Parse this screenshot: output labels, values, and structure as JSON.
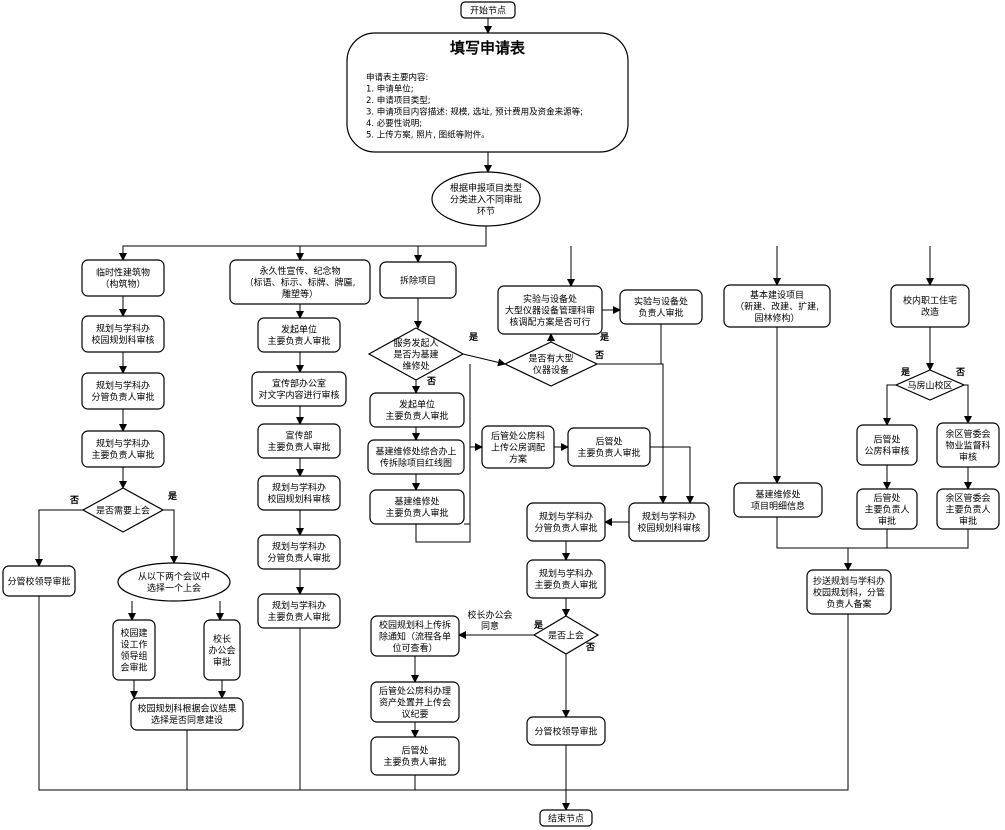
{
  "nodes": {
    "start": {
      "lines": [
        "开始节点"
      ]
    },
    "apply": {
      "title": "填写申请表",
      "lines": [
        "申请表主要内容:",
        "1. 申请单位;",
        "2. 申请项目类型;",
        "3. 申请项目内容描述: 规模, 选址, 预计费用及资金来源等;",
        "4. 必要性说明;",
        "5. 上传方案, 照片, 图纸等附件。"
      ]
    },
    "classify": {
      "lines": [
        "根据申报项目类型",
        "分类进入不同审批",
        "环节"
      ]
    },
    "temp": {
      "lines": [
        "临时性建筑物",
        "（构筑物）"
      ]
    },
    "a1": {
      "lines": [
        "规划与学科办",
        "校园规划科审核"
      ]
    },
    "a2": {
      "lines": [
        "规划与学科办",
        "分管负责人审批"
      ]
    },
    "a3": {
      "lines": [
        "规划与学科办",
        "主要负责人审批"
      ]
    },
    "d_meet": {
      "lines": [
        "是否需要上会"
      ]
    },
    "a_lead": {
      "lines": [
        "分管校领导审批"
      ]
    },
    "choose": {
      "lines": [
        "从以下两个会议中",
        "选择一个上会"
      ]
    },
    "campus_group": {
      "lines": [
        "校园建",
        "设工作",
        "领导组",
        "会审批"
      ]
    },
    "president_meet": {
      "lines": [
        "校长",
        "办公会",
        "审批"
      ]
    },
    "result": {
      "lines": [
        "校园规划科根据会议结果",
        "选择是否同意建设"
      ]
    },
    "perm": {
      "lines": [
        "永久性宣传、纪念物",
        "（标语、标示、标牌、牌匾,",
        "雕塑等）"
      ]
    },
    "b1": {
      "lines": [
        "发起单位",
        "主要负责人审批"
      ]
    },
    "b2": {
      "lines": [
        "宣传部办公室",
        "对文字内容进行审核"
      ]
    },
    "b3": {
      "lines": [
        "宣传部",
        "主要负责人审批"
      ]
    },
    "b4": {
      "lines": [
        "规划与学科办",
        "校园规划科审核"
      ]
    },
    "b5": {
      "lines": [
        "规划与学科办",
        "分管负责人审批"
      ]
    },
    "b6": {
      "lines": [
        "规划与学科办",
        "主要负责人审批"
      ]
    },
    "demo": {
      "lines": [
        "拆除项目"
      ]
    },
    "d_infra": {
      "lines": [
        "服务发起人",
        "是否为基建",
        "维修处"
      ]
    },
    "c1": {
      "lines": [
        "发起单位",
        "主要负责人审批"
      ]
    },
    "c2": {
      "lines": [
        "基建维修处综合办上",
        "传拆除项目红线图"
      ]
    },
    "c3": {
      "lines": [
        "基建维修处",
        "主要负责人审批"
      ]
    },
    "d_instr": {
      "lines": [
        "是否有大型",
        "仪器设备"
      ]
    },
    "instr_check": {
      "lines": [
        "实验与设备处",
        "大型仪器设备管理科审",
        "核调配方案是否可行"
      ]
    },
    "instr_head": {
      "lines": [
        "实验与设备处",
        "负责人审批"
      ]
    },
    "housing": {
      "lines": [
        "后管处公房科",
        "上传公房调配",
        "方案"
      ]
    },
    "logi_head": {
      "lines": [
        "后管处",
        "主要负责人审批"
      ]
    },
    "c_plan": {
      "lines": [
        "规划与学科办",
        "校园规划科审核"
      ]
    },
    "c_sub": {
      "lines": [
        "规划与学科办",
        "分管负责人审批"
      ]
    },
    "c_main": {
      "lines": [
        "规划与学科办",
        "主要负责人审批"
      ]
    },
    "d_meet2": {
      "lines": [
        "是否上会"
      ]
    },
    "notice": {
      "lines": [
        "校园规划科上传拆",
        "除通知（流程各单",
        "位可查看）"
      ]
    },
    "asset": {
      "lines": [
        "后管处公房科办理",
        "资产处置并上传会",
        "议纪要"
      ]
    },
    "logi_head2": {
      "lines": [
        "后管处",
        "主要负责人审批"
      ]
    },
    "c_lead": {
      "lines": [
        "分管校领导审批"
      ]
    },
    "basic": {
      "lines": [
        "基本建设项目",
        "（新建、改建、扩建,",
        "园林修构）"
      ]
    },
    "basic_info": {
      "lines": [
        "基建维修处",
        "项目明细信息"
      ]
    },
    "staff": {
      "lines": [
        "校内职工住宅",
        "改造"
      ]
    },
    "d_campus": {
      "lines": [
        "马房山校区"
      ]
    },
    "e1": {
      "lines": [
        "后管处",
        "公房科审核"
      ]
    },
    "e2": {
      "lines": [
        "后管处",
        "主要负责人",
        "审批"
      ]
    },
    "f1": {
      "lines": [
        "余区管委会",
        "物业监督科",
        "审核"
      ]
    },
    "f2": {
      "lines": [
        "余区管委会",
        "主要负责人",
        "审批"
      ]
    },
    "cc": {
      "lines": [
        "抄送规划与学科办",
        "校园规划科，分管",
        "负责人备案"
      ]
    },
    "end": {
      "lines": [
        "结束节点"
      ]
    }
  },
  "edge_labels": {
    "yes": "是",
    "no": "否",
    "president_agree": [
      "校长办公会",
      "同意"
    ]
  }
}
